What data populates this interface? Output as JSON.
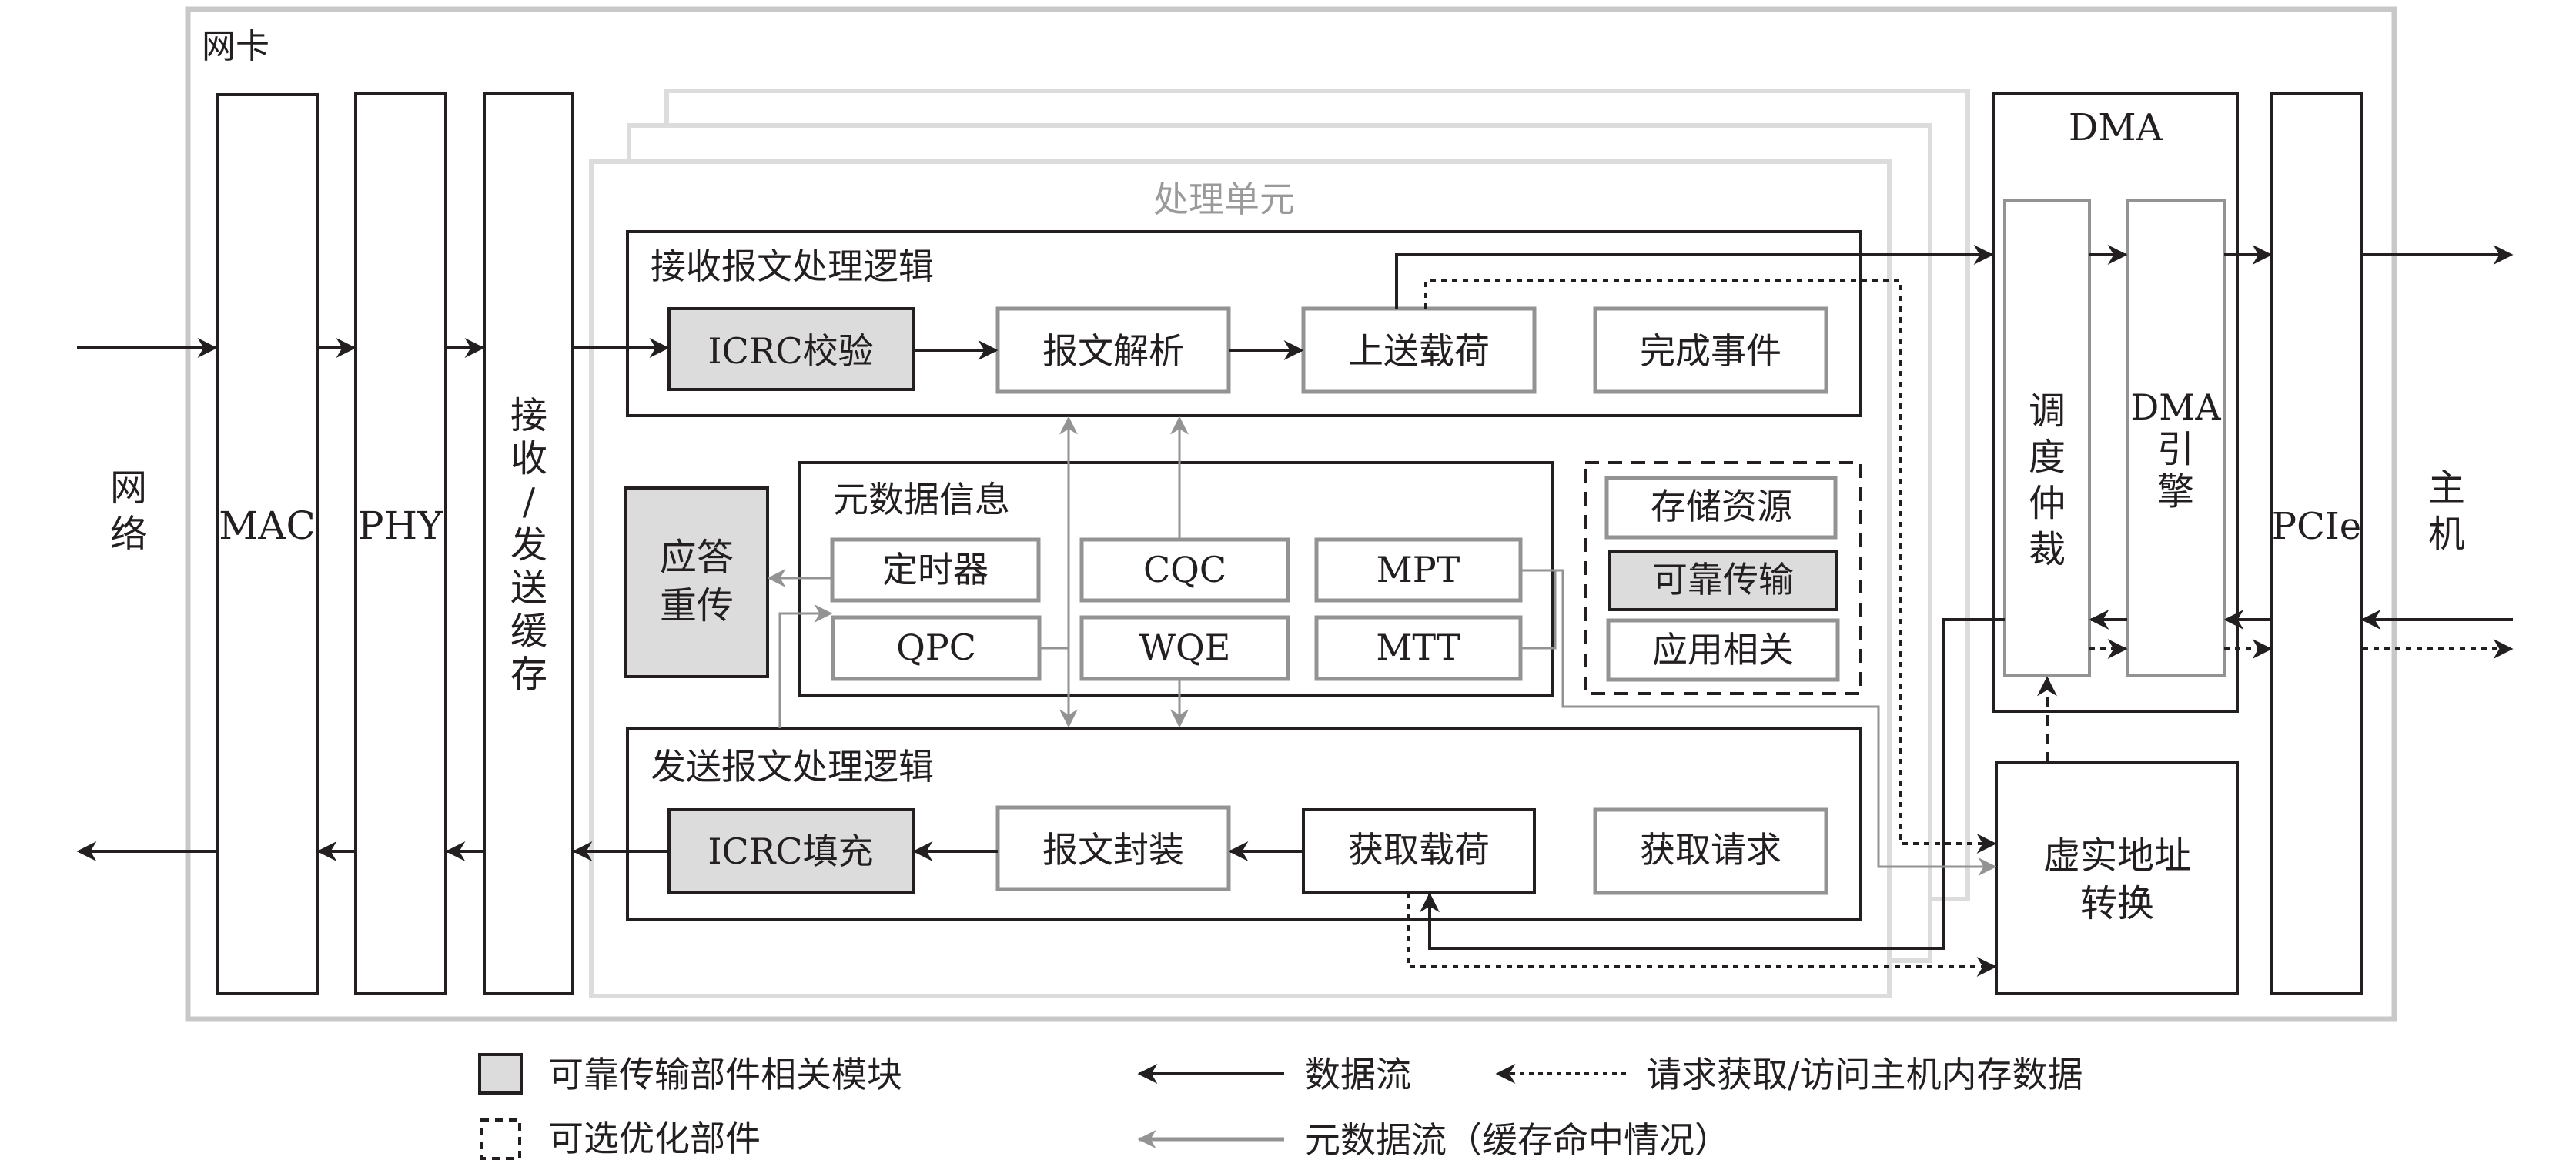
{
  "title": "网卡",
  "external": {
    "network_label": [
      "网",
      "络"
    ],
    "host_label": [
      "主",
      "机"
    ]
  },
  "nic": {
    "mac": "MAC",
    "phy": "PHY",
    "buffer": [
      "接",
      "收",
      "/",
      "发",
      "送",
      "缓",
      "存"
    ],
    "processing_unit": {
      "label": "处理单元",
      "receive_logic": {
        "title": "接收报文处理逻辑",
        "modules": [
          "ICRC校验",
          "报文解析",
          "上送载荷",
          "完成事件"
        ]
      },
      "metadata": {
        "title": "元数据信息",
        "cells": [
          "定时器",
          "CQC",
          "MPT",
          "QPC",
          "WQE",
          "MTT"
        ]
      },
      "ack_retransmit": [
        "应答",
        "重传"
      ],
      "optional": [
        "存储资源",
        "可靠传输",
        "应用相关"
      ],
      "send_logic": {
        "title": "发送报文处理逻辑",
        "modules": [
          "ICRC填充",
          "报文封装",
          "获取载荷",
          "获取请求"
        ]
      }
    },
    "dma": {
      "title": "DMA",
      "arbiter": [
        "调",
        "度",
        "仲",
        "裁"
      ],
      "engine": [
        "DMA",
        "引",
        "擎"
      ]
    },
    "address_translation": [
      "虚实地址",
      "转换"
    ],
    "pcie": "PCIe"
  },
  "legend": {
    "reliable_module": "可靠传输部件相关模块",
    "optional_component": "可选优化部件",
    "data_flow": "数据流",
    "request_flow": "请求获取/访问主机内存数据",
    "metadata_flow": "元数据流（缓存命中情况）"
  },
  "colors": {
    "ink": "#231f20",
    "frame_gray": "#c8c8c8",
    "light_frame": "#dcdcdc",
    "module_border_gray": "#939393",
    "reliable_fill": "#dcdcdc",
    "metadata_arrow": "#939393"
  }
}
